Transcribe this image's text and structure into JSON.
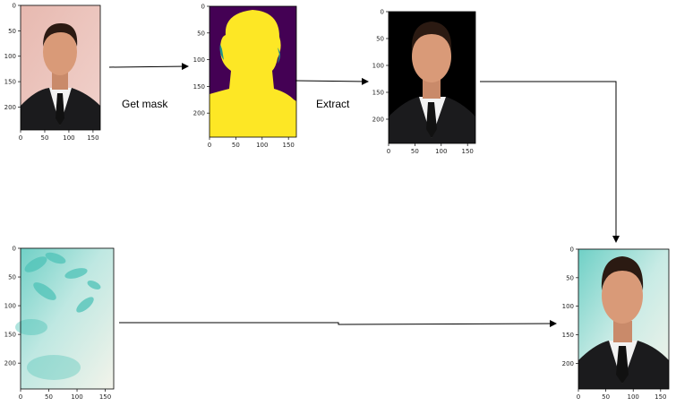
{
  "steps": {
    "get_mask": "Get mask",
    "extract": "Extract"
  },
  "panels": [
    {
      "id": "original-photo-panel",
      "content": "portrait-photo",
      "xticks": [
        "0",
        "50",
        "100",
        "150"
      ],
      "yticks": [
        "0",
        "50",
        "100",
        "150",
        "200"
      ]
    },
    {
      "id": "mask-panel",
      "content": "segmentation-mask",
      "xticks": [
        "0",
        "50",
        "100",
        "150"
      ],
      "yticks": [
        "0",
        "50",
        "100",
        "150",
        "200"
      ]
    },
    {
      "id": "extracted-person-panel",
      "content": "extracted-person",
      "xticks": [
        "0",
        "50",
        "100",
        "150"
      ],
      "yticks": [
        "0",
        "50",
        "100",
        "150",
        "200"
      ]
    },
    {
      "id": "background-panel",
      "content": "leaf-background",
      "xticks": [
        "0",
        "50",
        "100",
        "150"
      ],
      "yticks": [
        "0",
        "50",
        "100",
        "150",
        "200"
      ]
    },
    {
      "id": "composite-panel",
      "content": "composite-photo",
      "xticks": [
        "0",
        "50",
        "100",
        "150"
      ],
      "yticks": [
        "0",
        "50",
        "100",
        "150",
        "200"
      ]
    }
  ],
  "colors": {
    "mask_foreground": "#fde725",
    "mask_background": "#440154",
    "mask_edge": "#21918c",
    "extract_background": "#000000",
    "suit": "#1b1b1d",
    "shirt": "#f2f2f2",
    "skin": "#d99a78",
    "hair": "#2b1a12",
    "leaf": "#5fc9bf",
    "leaf_light": "#f3f3ea"
  }
}
